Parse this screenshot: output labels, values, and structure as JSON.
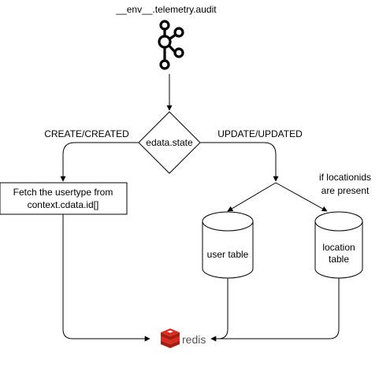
{
  "diagram": {
    "source_label": "__env__.telemetry.audit",
    "decision_label": "edata.state",
    "left_branch_label": "CREATE/CREATED",
    "right_branch_label": "UPDATE/UPDATED",
    "fetch_box_line1": "Fetch the usertype from",
    "fetch_box_line2": "context.cdata.id[]",
    "location_condition_line1": "if locationids",
    "location_condition_line2": "are present",
    "user_table_label": "user table",
    "location_table_line1": "location",
    "location_table_line2": "table",
    "sink_label": "redis",
    "sink_icon": "redis-icon",
    "source_icon": "kafka-icon",
    "colors": {
      "redis": "#d82c20",
      "stroke": "#000000"
    }
  }
}
